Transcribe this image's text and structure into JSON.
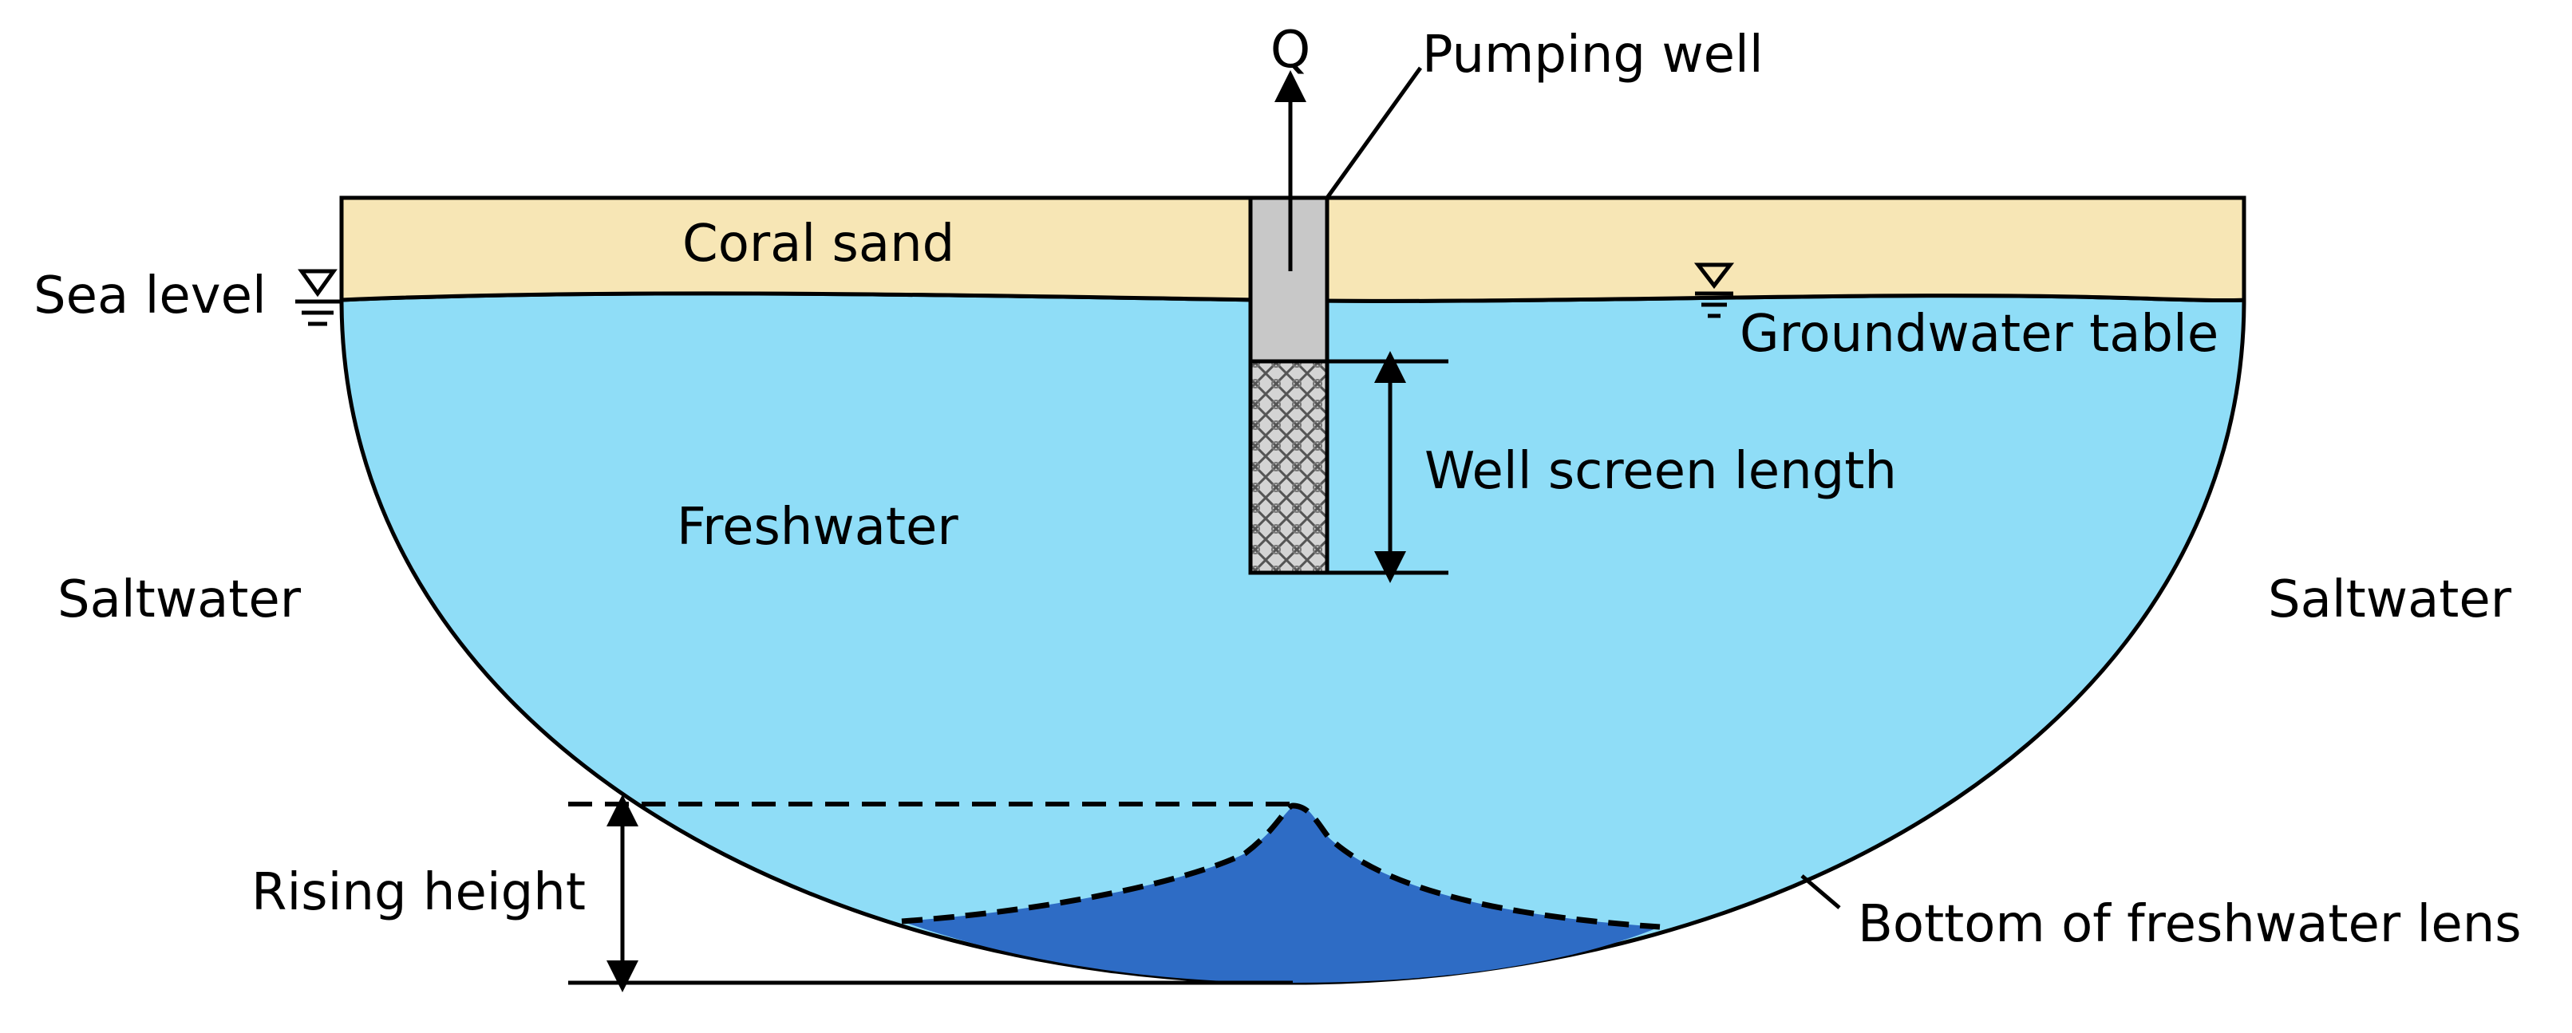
{
  "labels": {
    "q": "Q",
    "pumping_well": "Pumping well",
    "coral_sand": "Coral sand",
    "sea_level": "Sea level",
    "groundwater_table": "Groundwater table",
    "well_screen_length": "Well screen length",
    "freshwater": "Freshwater",
    "saltwater_left": "Saltwater",
    "saltwater_right": "Saltwater",
    "rising_height": "Rising height",
    "bottom_of_lens": "Bottom of freshwater lens"
  },
  "colors": {
    "coral_sand": "#F7E6B5",
    "freshwater": "#8FDDF7",
    "upconing": "#2E6CC5",
    "well_casing": "#C8C8C8",
    "outline": "#000000"
  },
  "icons": {
    "water_level_marker": "inverted-triangle-water-level-icon"
  }
}
